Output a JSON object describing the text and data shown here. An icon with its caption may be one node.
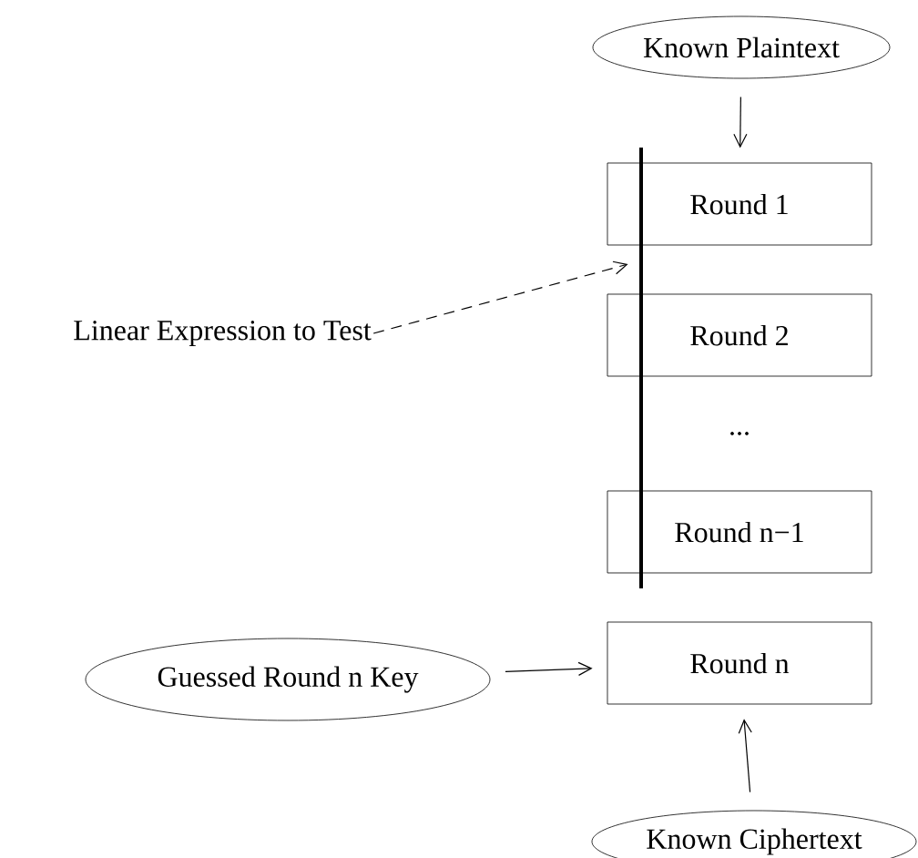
{
  "diagram": {
    "nodes": [
      {
        "text": [
          "Known Plaintext"
        ]
      },
      {
        "text": [],
        "shape": "bar"
      },
      {
        "text": [
          "Round 1"
        ]
      },
      {
        "text": [
          "Linear Expression to Test"
        ]
      },
      {
        "text": [
          "Round 2"
        ]
      },
      {
        "text": [
          "Round n−1"
        ]
      },
      {
        "text": [
          "Guessed Round n Key"
        ]
      },
      {
        "text": [
          "Round n"
        ]
      },
      {
        "text": [
          "Known Ciphertext"
        ]
      }
    ],
    "edges": [
      {
        "from": 0,
        "to": 2,
        "arrow": "to"
      },
      {
        "from": 3,
        "to": 1,
        "arrow": "to",
        "style": "dashed"
      },
      {
        "from": 6,
        "to": 7,
        "arrow": "to"
      },
      {
        "from": 8,
        "to": 7,
        "arrow": "to"
      }
    ],
    "labels": [
      "..."
    ]
  }
}
